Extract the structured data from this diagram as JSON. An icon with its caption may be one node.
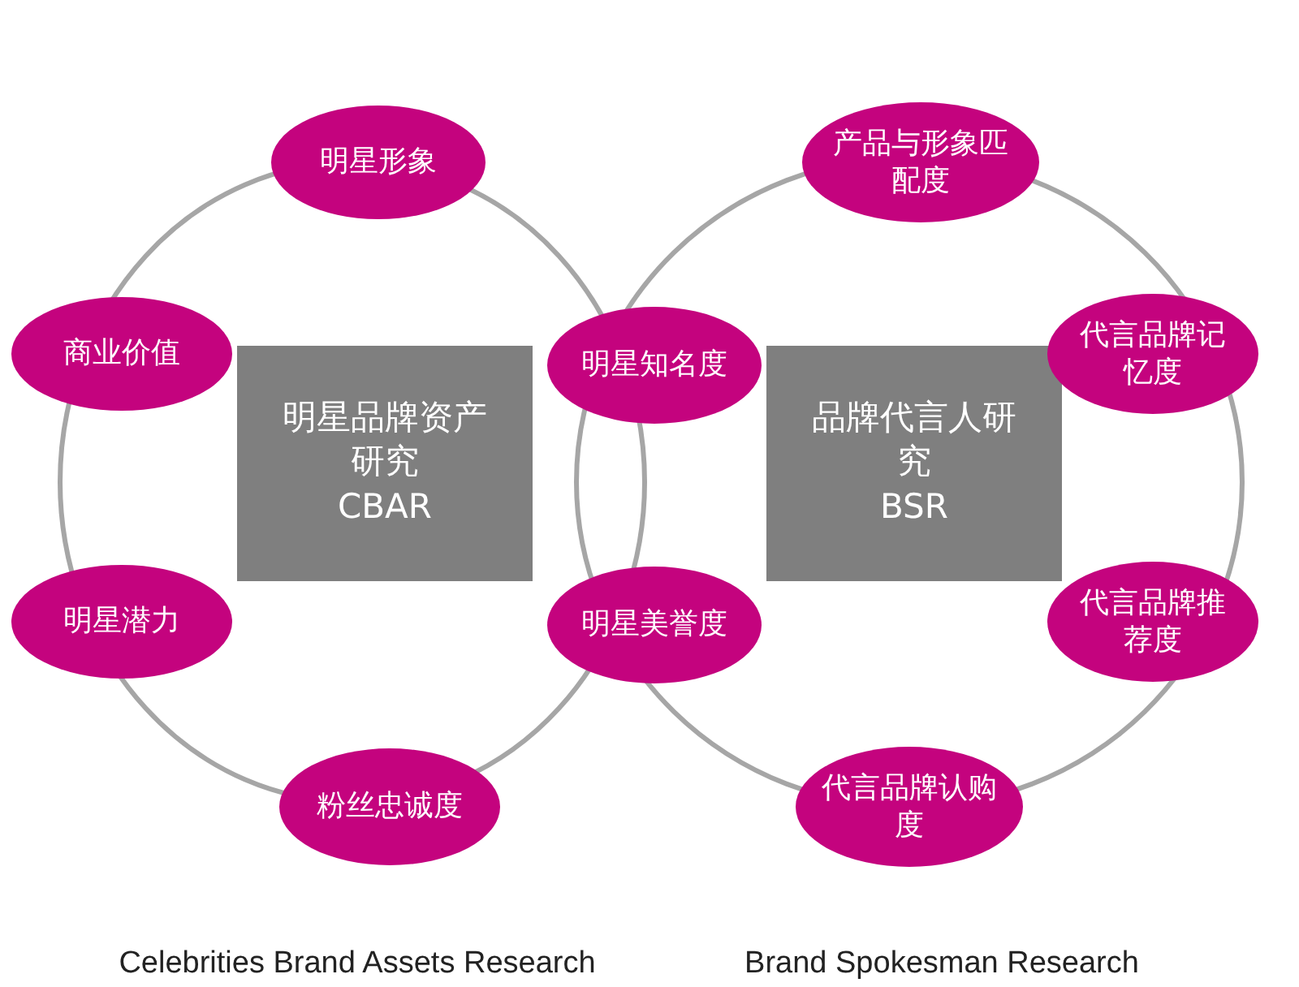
{
  "diagram": {
    "nodes": [
      {
        "text": [
          "明星品牌资产研究",
          "CBAR"
        ]
      },
      {
        "text": [
          "品牌代言人研究",
          "BSR"
        ]
      },
      {
        "text": [
          "明星形象"
        ]
      },
      {
        "text": [
          "商业价值"
        ]
      },
      {
        "text": [
          "明星潜力"
        ]
      },
      {
        "text": [
          "粉丝忠诚度"
        ]
      },
      {
        "text": [
          "明星知名度"
        ]
      },
      {
        "text": [
          "明星美誉度"
        ]
      },
      {
        "text": [
          "产品与形象匹配度"
        ]
      },
      {
        "text": [
          "代言品牌记忆度"
        ]
      },
      {
        "text": [
          "代言品牌推荐度"
        ]
      },
      {
        "text": [
          "代言品牌认购度"
        ]
      }
    ],
    "edges": [],
    "labels": [
      "Celebrities Brand Assets Research",
      "Brand Spokesman Research"
    ]
  }
}
